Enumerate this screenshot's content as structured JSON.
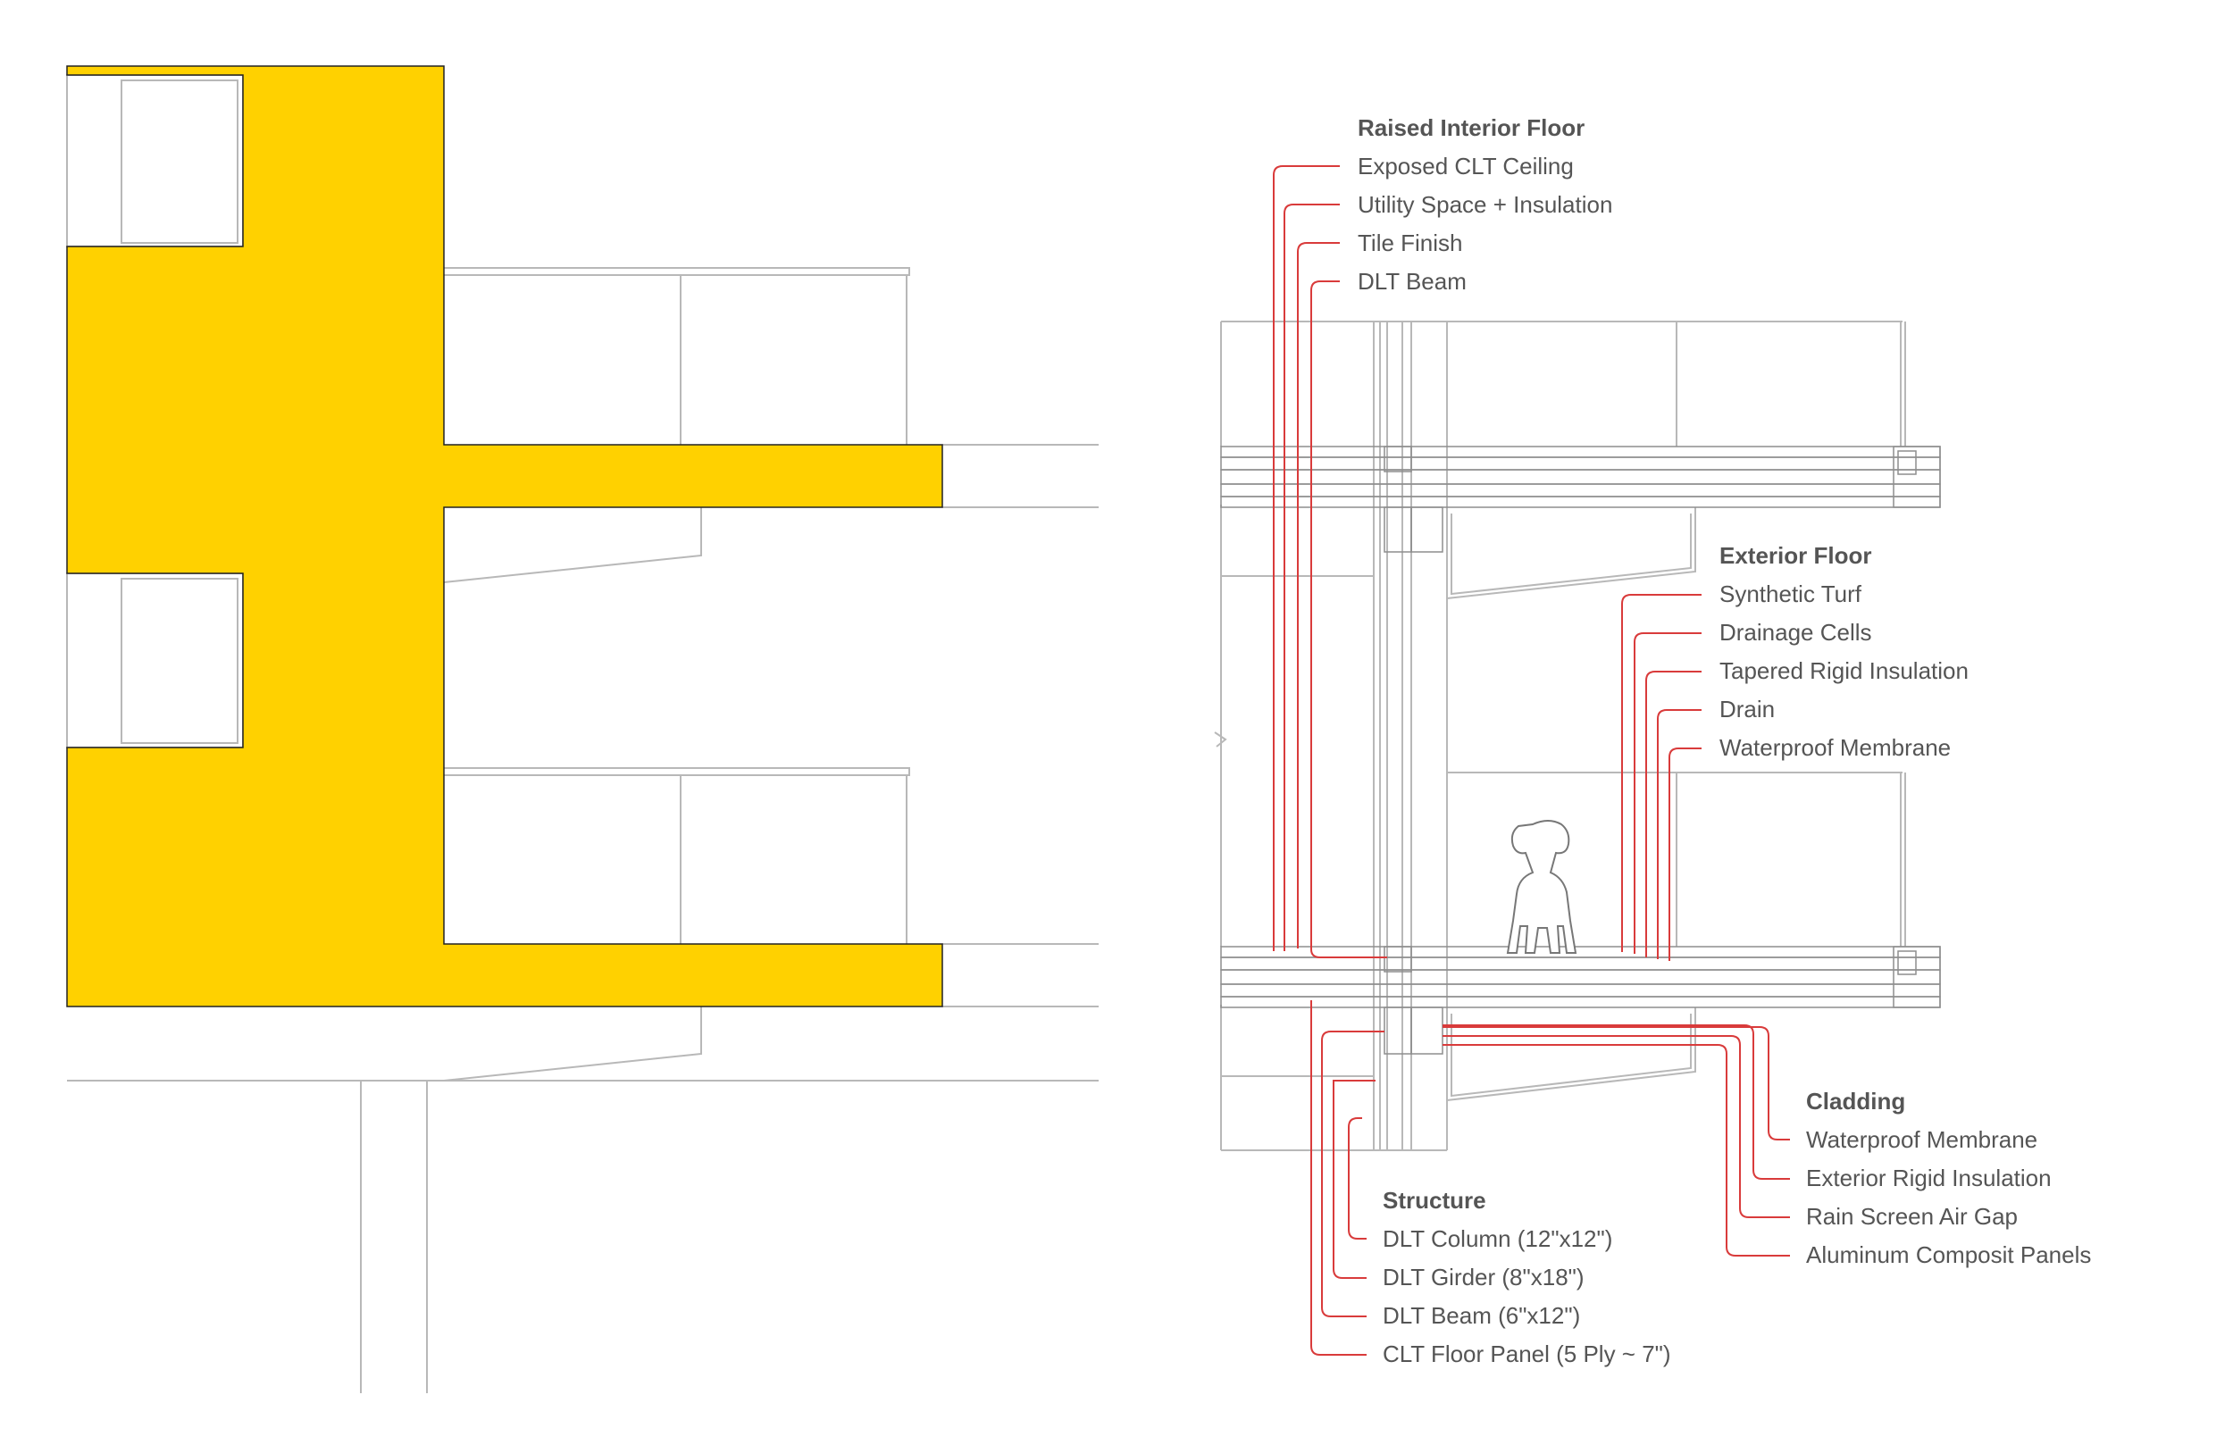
{
  "colors": {
    "accent_yellow": "#FFD100",
    "leader_red": "#D93B3B",
    "linework_gray": "#B8B8B8",
    "text_gray": "#555555"
  },
  "groups": {
    "raised_interior_floor": {
      "heading": "Raised Interior Floor",
      "items": [
        "Exposed CLT Ceiling",
        "Utility Space + Insulation",
        "Tile Finish",
        "DLT Beam"
      ]
    },
    "exterior_floor": {
      "heading": "Exterior Floor",
      "items": [
        "Synthetic Turf",
        "Drainage Cells",
        "Tapered Rigid Insulation",
        "Drain",
        "Waterproof Membrane"
      ]
    },
    "cladding": {
      "heading": "Cladding",
      "items": [
        "Waterproof Membrane",
        "Exterior Rigid Insulation",
        "Rain Screen Air Gap",
        "Aluminum Composit Panels"
      ]
    },
    "structure": {
      "heading": "Structure",
      "items": [
        "DLT Column (12\"x12\")",
        "DLT Girder (8\"x18\")",
        "DLT Beam (6\"x12\")",
        "CLT Floor Panel (5 Ply ~ 7\")"
      ]
    }
  },
  "figure_icon": "dog-silhouette-icon"
}
